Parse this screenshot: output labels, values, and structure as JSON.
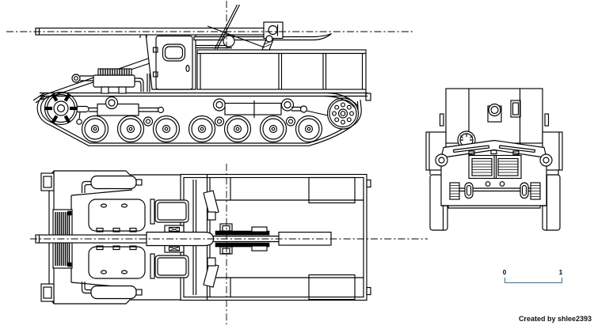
{
  "diagram": {
    "kind": "vehicle-three-view-blueprint",
    "background": "#ffffff",
    "line_color": "#000000"
  },
  "scale_bar": {
    "start_label": "0",
    "end_label": "1",
    "color": "#336f93"
  },
  "credit": {
    "text": "Created by shlee2393",
    "color": "#111111"
  }
}
